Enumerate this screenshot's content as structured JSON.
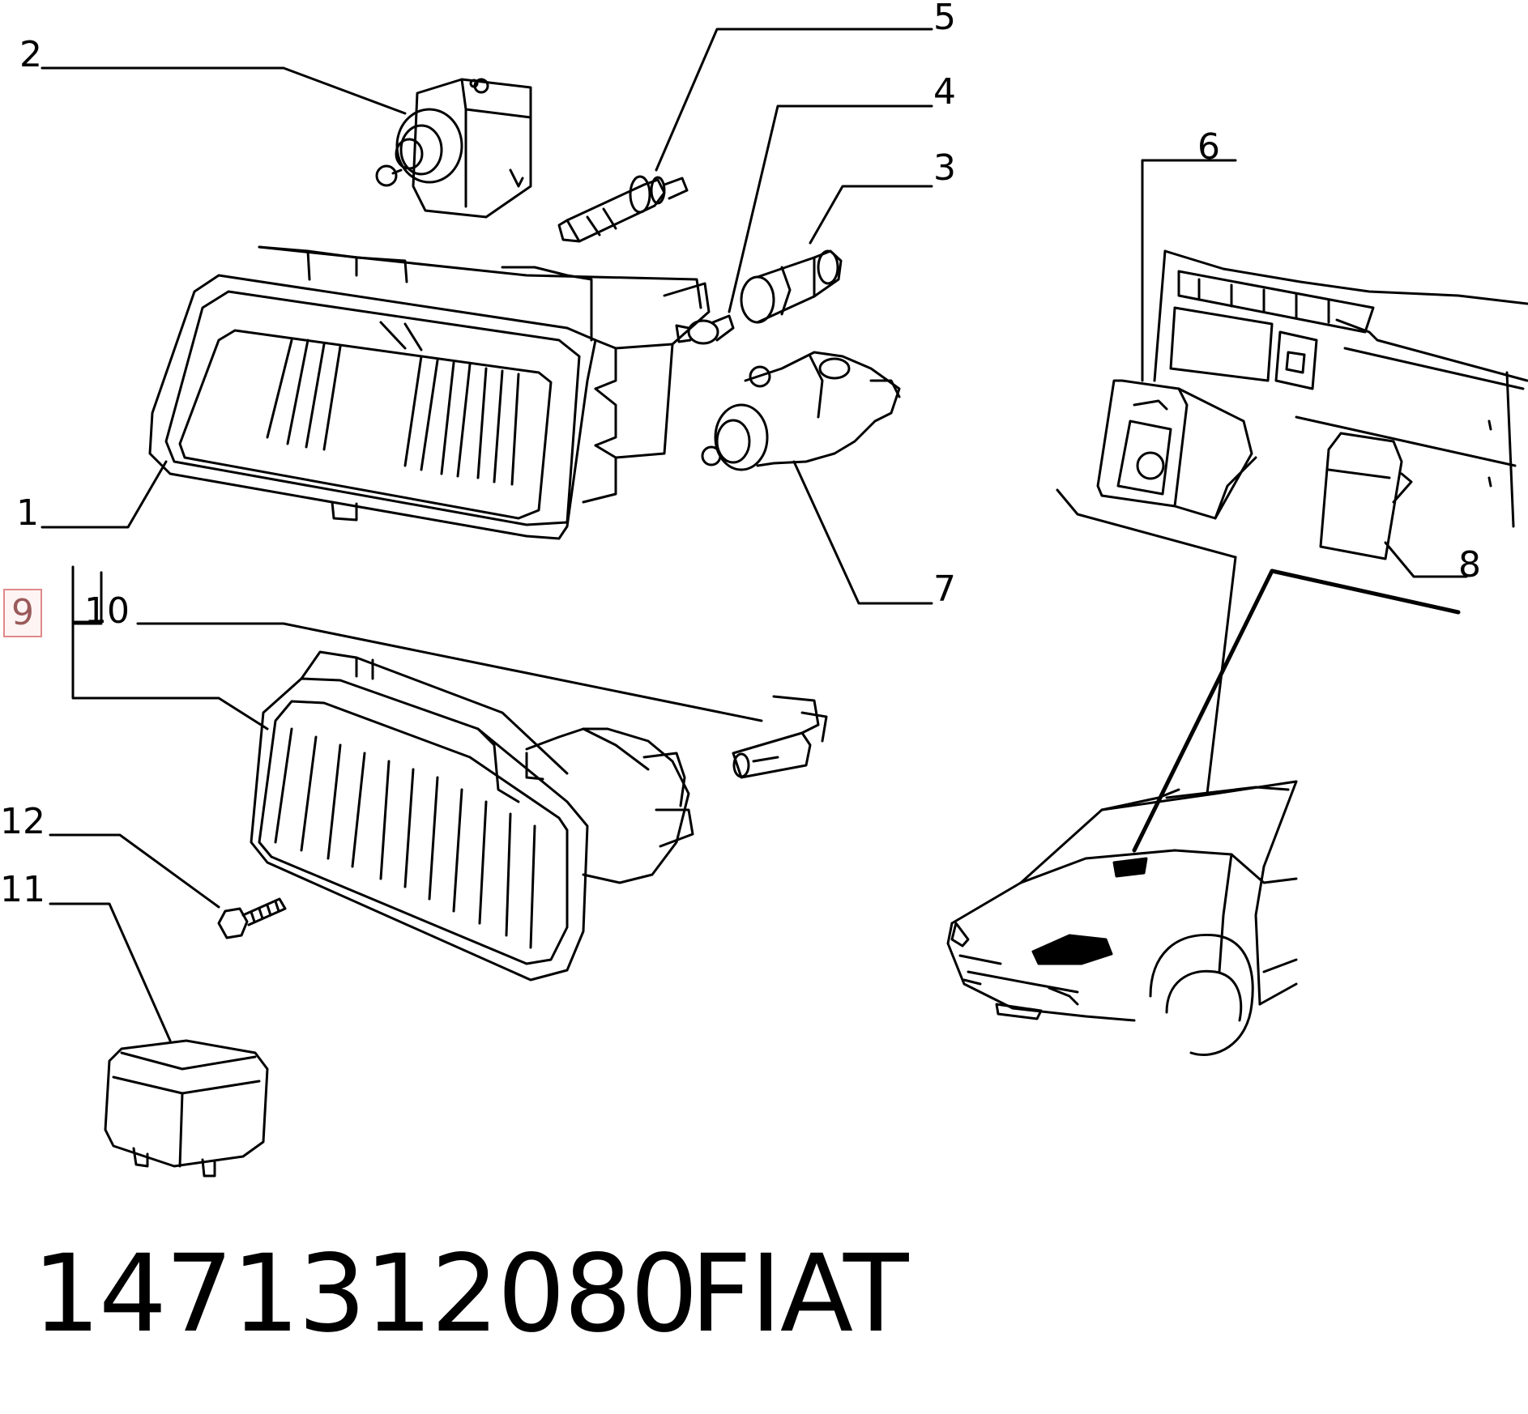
{
  "diagram": {
    "callouts": [
      {
        "id": "1",
        "label": "1"
      },
      {
        "id": "2",
        "label": "2"
      },
      {
        "id": "3",
        "label": "3"
      },
      {
        "id": "4",
        "label": "4"
      },
      {
        "id": "5",
        "label": "5"
      },
      {
        "id": "6",
        "label": "6"
      },
      {
        "id": "7",
        "label": "7"
      },
      {
        "id": "8",
        "label": "8"
      },
      {
        "id": "9",
        "label": "9",
        "highlighted": true
      },
      {
        "id": "10",
        "label": "10"
      },
      {
        "id": "11",
        "label": "11"
      },
      {
        "id": "12",
        "label": "12"
      }
    ],
    "highlight_color": "#e08a8a"
  },
  "footer": {
    "part_number": "1471312080",
    "brand": "FIAT"
  }
}
